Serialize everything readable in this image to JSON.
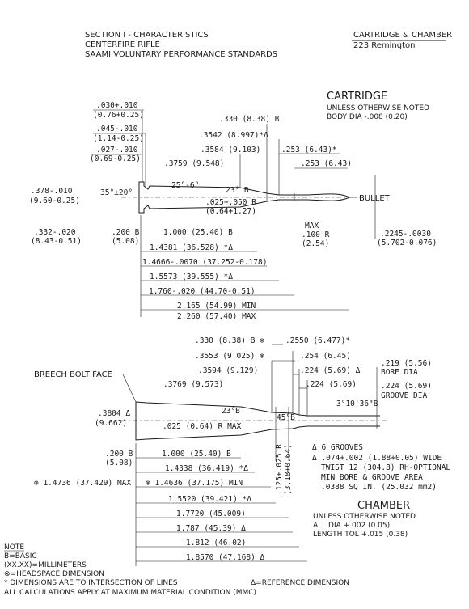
{
  "header": {
    "section": "SECTION I - CHARACTERISTICS",
    "type": "CENTERFIRE RIFLE",
    "standards": "SAAMI VOLUNTARY PERFORMANCE STANDARDS",
    "doc_title": "CARTRIDGE & CHAMBER",
    "caliber": "223 Remington"
  },
  "cartridge": {
    "title": "CARTRIDGE",
    "note1": "UNLESS OTHERWISE NOTED",
    "note2": "BODY DIA -.008 (0.20)",
    "rim_thk": ".030+.010",
    "rim_thk_mm": "(0.76+0.25)",
    "groove_w": ".045-.010",
    "groove_w_mm": "(1.14-0.25)",
    "rim_chamfer": ".027-.010",
    "rim_chamfer_mm": "(0.69-0.25)",
    "shoulder_dia": ".330 (8.38) B",
    "neck_base_dia": ".3542 (8.997)*Δ",
    "body_dia2": ".3584 (9.103)",
    "body_dia1": ".3759 (9.548)",
    "neck_dia1": ".253 (6.43)*",
    "neck_dia2": ".253 (6.43)",
    "rim_dia": ".378-.010",
    "rim_dia_mm": "(9.60-0.25)",
    "rim_angle": "35°±20°",
    "taper_angle": "25°-6°",
    "shoulder_angle": "23° B",
    "fillet_r": ".025+.050 R",
    "fillet_r_mm": "(0.64+1.27)",
    "bullet": "BULLET",
    "groove_dia": ".332-.020",
    "groove_dia_mm": "(8.43-0.51)",
    "head_to_b": ".200 B",
    "head_to_b_mm": "(5.08)",
    "basic_len": "1.000 (25.40) B",
    "max_r": "MAX",
    "max_r_val": ".100 R",
    "max_r_mm": "(2.54)",
    "bullet_dia": ".2245-.0030",
    "bullet_dia_mm": "(5.702-0.076)",
    "len1": "1.4381 (36.528) *Δ",
    "len2": "1.4666-.0070 (37.252-0.178)",
    "len3": "1.5573 (39.555) *Δ",
    "case_len": "1.760-.020 (44.70-0.51)",
    "oal_min": "2.165 (54.99) MIN",
    "oal_max": "2.260 (57.40) MAX"
  },
  "chamber": {
    "shoulder_dia": ".330 (8.38) B ⊗",
    "neck_base_dia": ".3553 (9.025) ⊗",
    "body_dia2": ".3594 (9.129)",
    "body_dia1": ".3769 (9.573)",
    "neck_dia": ".2550 (6.477)*",
    "neck_dia2": ".254 (6.45)",
    "throat1": ".224 (5.69) Δ",
    "throat2": ".224 (5.69)",
    "bore": ".219 (5.56)",
    "bore_label": "BORE DIA",
    "groove": ".224 (5.69)",
    "groove_label": "GROOVE DIA",
    "leade_angle": "3°10'36\"B",
    "breech_face": "BREECH BOLT FACE",
    "rim_dia": ".3804 Δ",
    "rim_dia_mm": "(9.662)",
    "shoulder_angle": "23°B",
    "fillet": ".025 (0.64) R MAX",
    "leade_angle2": "45°B",
    "head_to_b": ".200 B",
    "head_to_b_mm": "(5.08)",
    "basic_len": "1.000 (25.40) B",
    "len1": "1.4338 (36.419) *Δ",
    "headspace_max": "⊗ 1.4736 (37.429) MAX",
    "headspace_min": "⊗ 1.4636 (37.175) MIN",
    "len3": "1.5520 (39.421) *Δ",
    "neck_h": ".125+.025 R",
    "neck_h_mm": "(3.18+0.64)",
    "len4": "1.7720 (45.009)",
    "len5": "1.787 (45.39) Δ",
    "len6": "1.812 (46.02)",
    "len7": "1.8570 (47.168) Δ",
    "grooves": "Δ 6 GROOVES",
    "groove_width": "Δ .074+.002 (1.88+0.05) WIDE",
    "twist": "TWIST 12 (304.8) RH-OPTIONAL",
    "area": "MIN BORE & GROOVE AREA",
    "area_val": ".0388 SQ IN. (25.032 mm2)",
    "title": "CHAMBER",
    "note1": "UNLESS OTHERWISE NOTED",
    "note2": "ALL DIA +.002 (0.05)",
    "note3": "LENGTH TOL +.015 (0.38)"
  },
  "notes": {
    "title": "NOTE",
    "basic": "B=BASIC",
    "mm": "(XX.XX)=MILLIMETERS",
    "headspace": "⊗=HEADSPACE DIMENSION",
    "intersection": "* DIMENSIONS ARE TO INTERSECTION OF LINES",
    "reference": "Δ=REFERENCE DIMENSION",
    "mmc": "ALL CALCULATIONS APPLY AT MAXIMUM MATERIAL CONDITION (MMC)"
  }
}
